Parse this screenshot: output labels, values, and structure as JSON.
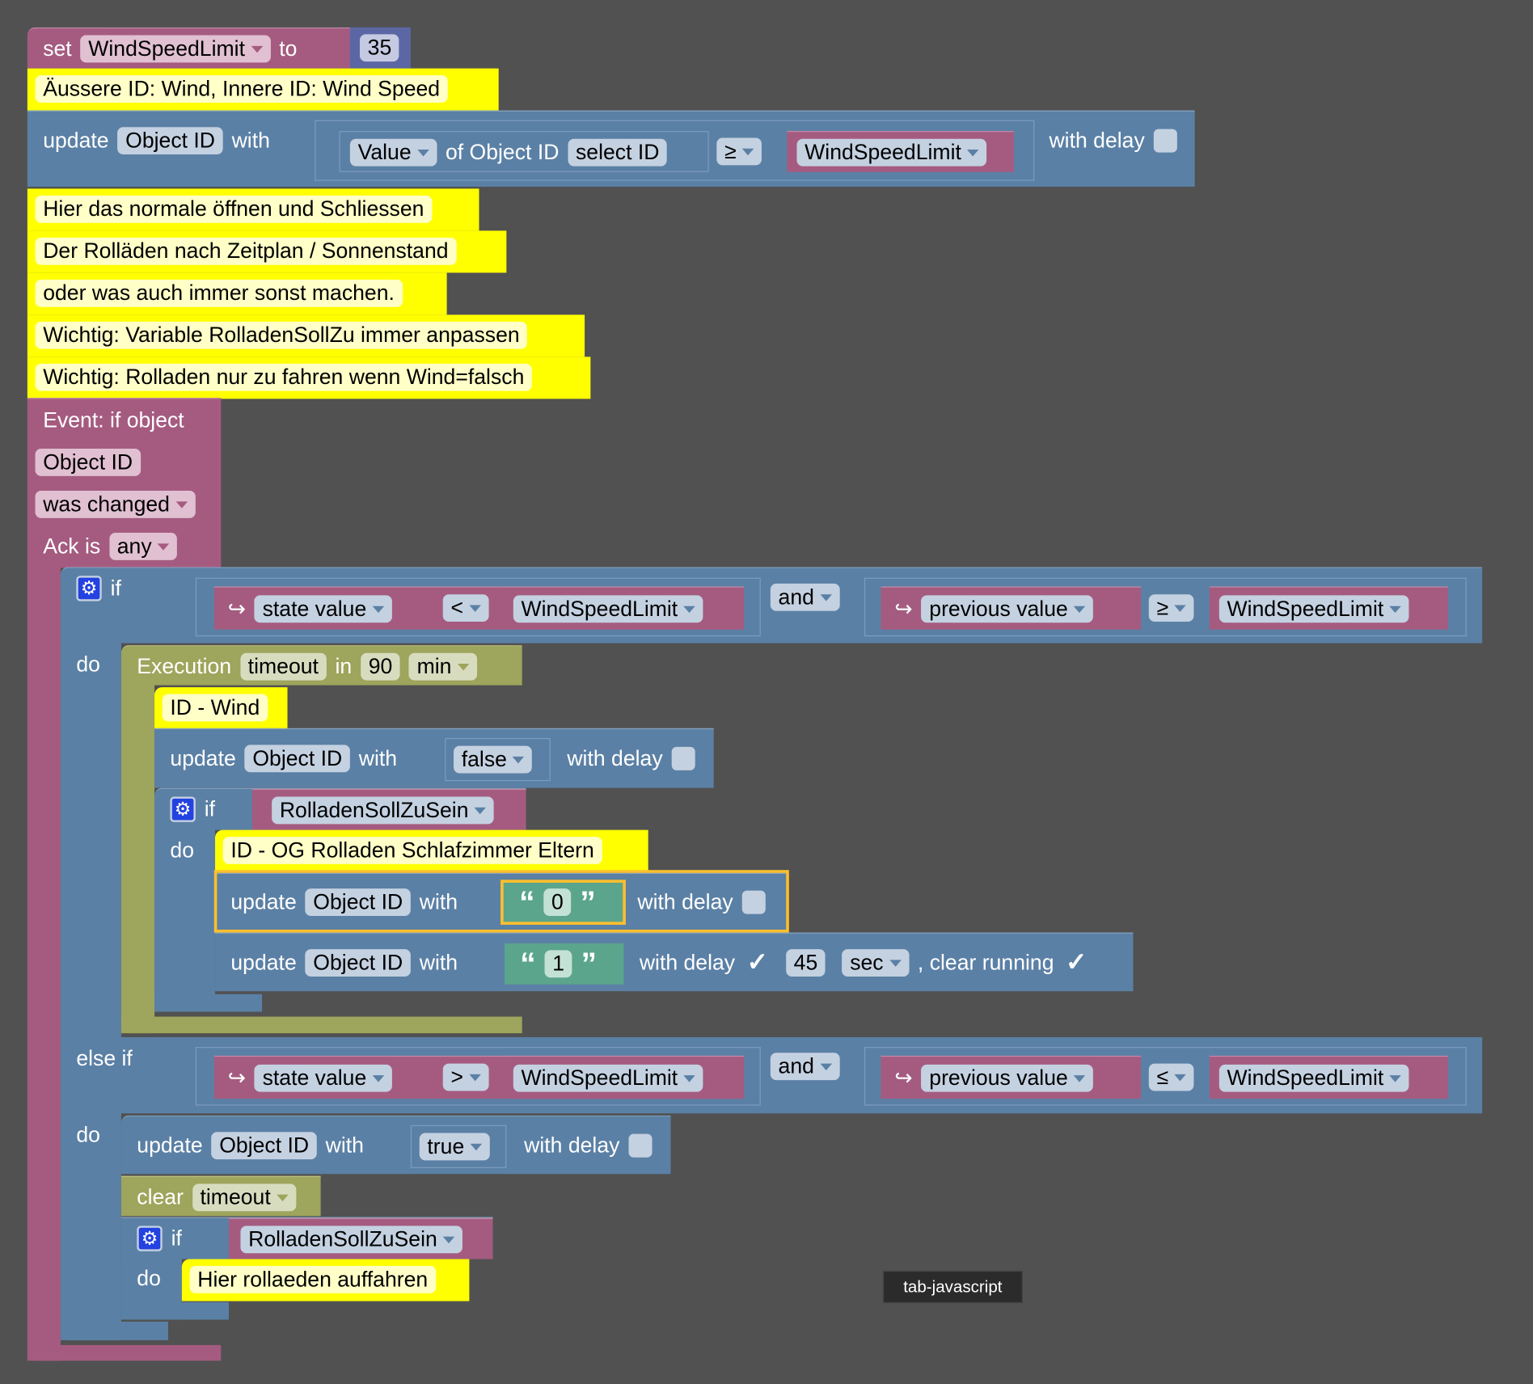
{
  "set_block": {
    "keyword": "set",
    "variable": "WindSpeedLimit",
    "to": "to",
    "value": "35"
  },
  "comments": {
    "c1": "Äussere ID: Wind, Innere ID: Wind Speed",
    "c2": "Hier das normale öffnen und Schliessen",
    "c3": "Der Rolläden nach Zeitplan / Sonnenstand",
    "c4": "oder was auch immer sonst machen.",
    "c5": "Wichtig: Variable RolladenSollZu immer anpassen",
    "c6": "Wichtig: Rolladen nur zu fahren wenn Wind=falsch",
    "c7": "ID - Wind",
    "c8": "ID - OG Rolladen Schlafzimmer Eltern",
    "c9": "Hier rollaeden auffahren"
  },
  "update1": {
    "update": "update",
    "object_id": "Object ID",
    "with": "with",
    "property": "Value",
    "of_object_id": "of Object ID",
    "select_id": "select ID",
    "operator": "≥",
    "variable": "WindSpeedLimit",
    "with_delay": "with delay"
  },
  "event": {
    "title": "Event: if object",
    "object_id": "Object ID",
    "trigger": "was changed",
    "ack_label": "Ack is",
    "ack_value": "any"
  },
  "if1": {
    "if": "if",
    "left": "state value",
    "op1": "<",
    "var1": "WindSpeedLimit",
    "and": "and",
    "left2": "previous value",
    "op2": "≥",
    "var2": "WindSpeedLimit",
    "do": "do"
  },
  "timeout": {
    "execution": "Execution",
    "timeout": "timeout",
    "in": "in",
    "value": "90",
    "unit": "min"
  },
  "update_false": {
    "update": "update",
    "object_id": "Object ID",
    "with": "with",
    "value": "false",
    "with_delay": "with delay"
  },
  "if_inner": {
    "if": "if",
    "variable": "RolladenSollZuSein",
    "do": "do"
  },
  "update_0": {
    "update": "update",
    "object_id": "Object ID",
    "with": "with",
    "value": "0",
    "with_delay": "with delay"
  },
  "update_1": {
    "update": "update",
    "object_id": "Object ID",
    "with": "with",
    "value": "1",
    "with_delay": "with delay",
    "delay": "45",
    "unit": "sec",
    "clear_running": ", clear running"
  },
  "elseif": {
    "label": "else if",
    "left": "state value",
    "op1": ">",
    "var1": "WindSpeedLimit",
    "and": "and",
    "left2": "previous value",
    "op2": "≤",
    "var2": "WindSpeedLimit",
    "do": "do"
  },
  "update_true": {
    "update": "update",
    "object_id": "Object ID",
    "with": "with",
    "value": "true",
    "with_delay": "with delay"
  },
  "clear": {
    "clear": "clear",
    "timeout": "timeout"
  },
  "if_last": {
    "if": "if",
    "variable": "RolladenSollZuSein",
    "do": "do"
  },
  "tooltip": "tab-javascript",
  "colors": {
    "background": "#515151",
    "variables": "#a55b80",
    "logic": "#5b80a5",
    "timeout": "#9ea55c",
    "text": "#5ba58c",
    "math": "#5b67a5",
    "comment": "#ffff00",
    "selection": "#fbc02d"
  }
}
